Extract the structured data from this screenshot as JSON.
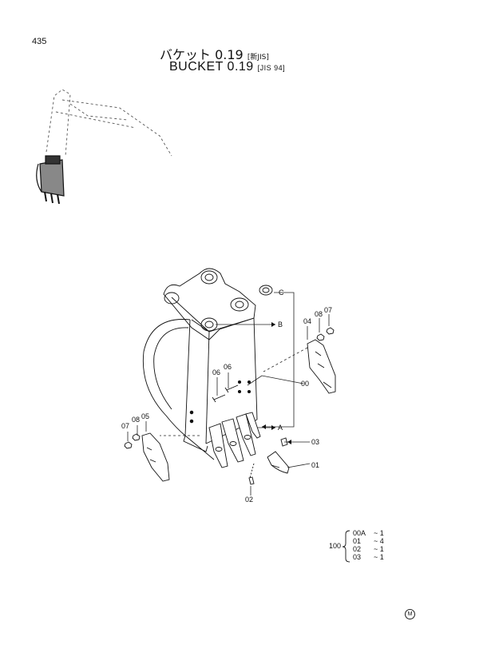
{
  "page": {
    "number": "435"
  },
  "title": {
    "japanese": "バケット 0.19",
    "japanese_tag": "[新JIS]",
    "english": "BUCKET  0.19",
    "english_tag": "[JIS 94]"
  },
  "callouts": {
    "c00": "00",
    "c01": "01",
    "c02": "02",
    "c03": "03",
    "c04": "04",
    "c05": "05",
    "c06a": "06",
    "c06b": "06",
    "c07a": "07",
    "c07b": "07",
    "c08a": "08",
    "c08b": "08",
    "refA": "A",
    "refB": "B",
    "refC": "C"
  },
  "kit": {
    "parent": "100",
    "items": [
      {
        "code": "00A",
        "qty": "~ 1"
      },
      {
        "code": "01",
        "qty": "~ 4"
      },
      {
        "code": "02",
        "qty": "~ 1"
      },
      {
        "code": "03",
        "qty": "~ 1"
      }
    ]
  },
  "mark": "M"
}
